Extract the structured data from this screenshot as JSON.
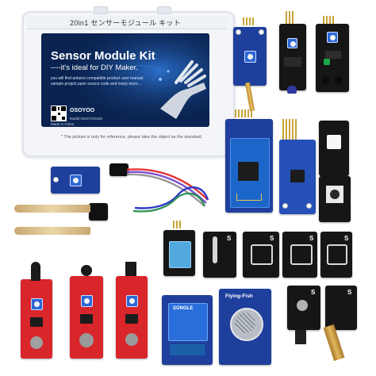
{
  "box": {
    "lid_text": "20in1 センサーモジュール キット",
    "title": "Sensor Module Kit",
    "subtitle": "----it's ideal for DIY Maker.",
    "body": "you will find arduino compatible product user manual sample project,open source code and many more...",
    "brand": "OSOYOO",
    "model": "Model:OSOYOO100",
    "made_in": "Made in China",
    "note": "* The picture is only for reference, please take the object as the standard."
  },
  "modules": {
    "relay_label": "SONGLE",
    "flying_fish_label": "Flying-Fish",
    "s_label": "S"
  },
  "colors": {
    "pcb_blue": "#1f3f9c",
    "pcb_red": "#d8262b",
    "pcb_black": "#161616",
    "card_navy": "#0a2350"
  }
}
